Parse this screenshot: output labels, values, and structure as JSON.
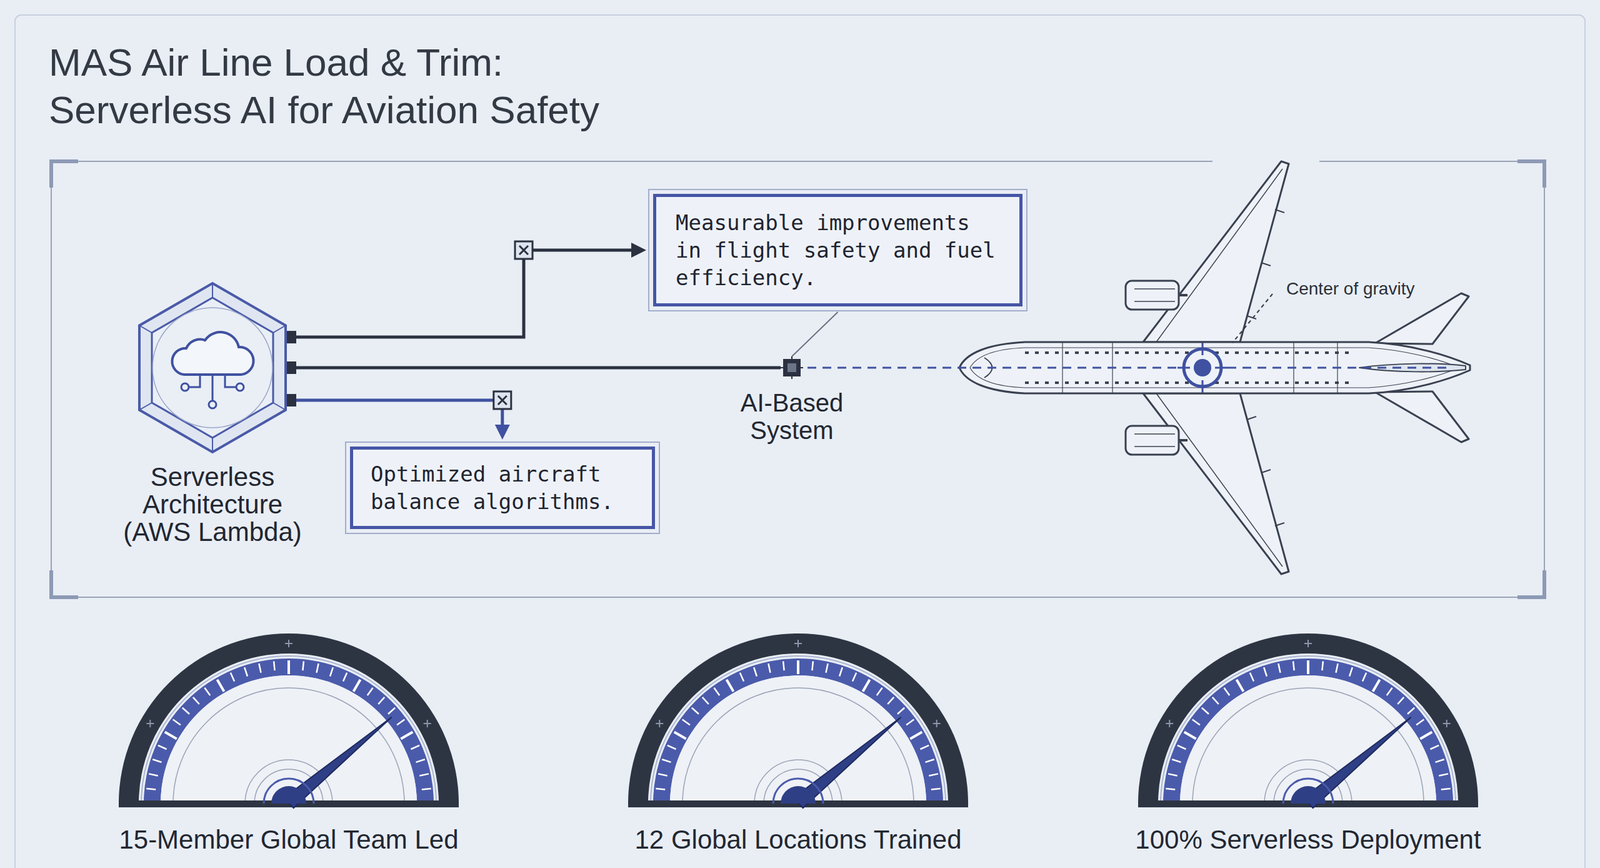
{
  "diagram": {
    "title": "MAS Air Line Load & Trim: Serverless AI for Aviation Safety",
    "nodes": [
      {
        "text": [
          "Serverless Architecture (AWS Lambda)"
        ]
      },
      {
        "text": [
          "Measurable improvements in flight safety and fuel efficiency."
        ]
      },
      {
        "text": [
          "Optimized aircraft balance algorithms."
        ]
      },
      {
        "text": [
          "AI-Based System"
        ]
      },
      {
        "text": [
          "15-Member Global Team Led"
        ]
      },
      {
        "text": [
          "12 Global Locations Trained"
        ]
      },
      {
        "text": [
          "100% Serverless Deployment"
        ]
      }
    ],
    "edges": [
      {
        "from": 0,
        "to": 1,
        "arrow": "to"
      },
      {
        "from": 0,
        "to": 2,
        "arrow": "to"
      },
      {
        "from": 0,
        "to": 3,
        "arrow": "none"
      },
      {
        "from": 1,
        "to": 3,
        "arrow": "none"
      }
    ],
    "labels": [
      "Center of gravity"
    ]
  }
}
